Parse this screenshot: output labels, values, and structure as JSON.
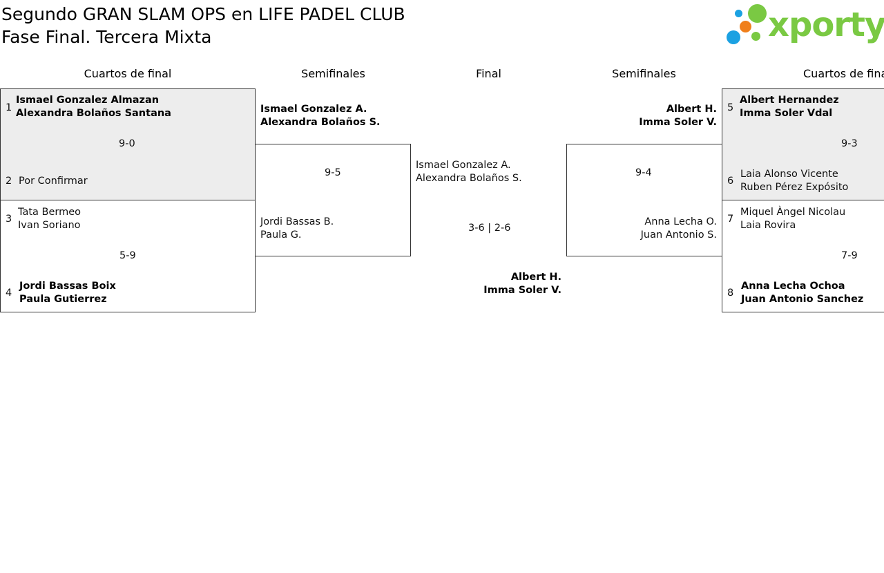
{
  "header": {
    "title_line1": "Segundo GRAN SLAM OPS en LIFE PADEL CLUB",
    "title_line2": "Fase Final. Tercera Mixta",
    "logo_text": "xporty",
    "logo_colors": {
      "green": "#7ac943",
      "blue": "#1ba1e2",
      "orange": "#f07f1b"
    }
  },
  "rounds": {
    "left_quarters": "Cuartos de final",
    "left_semis": "Semifinales",
    "final": "Final",
    "right_semis": "Semifinales",
    "right_quarters": "Cuartos de final"
  },
  "left_quarters": {
    "match1": {
      "seed_top": "1",
      "top_p1": "Ismael Gonzalez Almazan",
      "top_p2": "Alexandra Bolaños Santana",
      "score": "9-0",
      "seed_bottom": "2",
      "bottom_p1": "Por Confirmar"
    },
    "match2": {
      "seed_top": "3",
      "top_p1": "Tata Bermeo",
      "top_p2": "Ivan Soriano",
      "score": "5-9",
      "seed_bottom": "4",
      "bottom_p1": "Jordi Bassas Boix",
      "bottom_p2": "Paula Gutierrez"
    }
  },
  "left_semi": {
    "top_p1": "Ismael Gonzalez A.",
    "top_p2": "Alexandra Bolaños S.",
    "score": "9-5",
    "bottom_p1": "Jordi Bassas B.",
    "bottom_p2": "Paula G."
  },
  "final": {
    "left_p1": "Ismael Gonzalez A.",
    "left_p2": "Alexandra Bolaños S.",
    "score": "3-6 | 2-6",
    "right_p1": "Albert H.",
    "right_p2": "Imma Soler V."
  },
  "right_semi": {
    "top_p1": "Albert H.",
    "top_p2": "Imma Soler V.",
    "score": "9-4",
    "bottom_p1": "Anna Lecha O.",
    "bottom_p2": "Juan Antonio S."
  },
  "right_quarters": {
    "match1": {
      "seed_top": "5",
      "top_p1": "Albert Hernandez",
      "top_p2": "Imma Soler Vdal",
      "score": "9-3",
      "seed_bottom": "6",
      "bottom_p1": "Laia Alonso Vicente",
      "bottom_p2": "Ruben Pérez Expósito"
    },
    "match2": {
      "seed_top": "7",
      "top_p1": "Miquel Àngel Nicolau",
      "top_p2": "Laia Rovira",
      "score": "7-9",
      "seed_bottom": "8",
      "bottom_p1": "Anna Lecha Ochoa",
      "bottom_p2": "Juan Antonio Sanchez"
    }
  }
}
